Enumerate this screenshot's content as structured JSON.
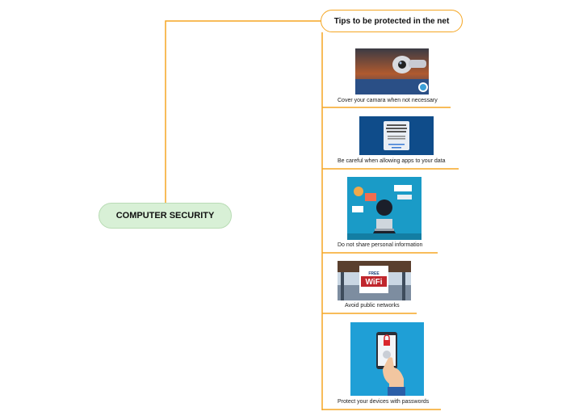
{
  "root": {
    "label": "COMPUTER SECURITY"
  },
  "topic": {
    "label": "Tips to be protected in the net"
  },
  "items": [
    {
      "label": "Cover your camara when not necessary",
      "image": "webcam-photo"
    },
    {
      "label": "Be careful when allowing apps to your data",
      "image": "permission-dialog-screenshot"
    },
    {
      "label": "Do not share personal information",
      "image": "hacker-illustration"
    },
    {
      "label": "Avoid public networks",
      "image": "free-wifi-sign-photo",
      "sign_text": [
        "FREE",
        "WiFi"
      ]
    },
    {
      "label": "Protect your devices with passwords",
      "image": "phone-lock-illustration"
    }
  ],
  "colors": {
    "branch": "#f5a623",
    "root_fill": "#d8f0d6",
    "root_border": "#b9dcb5"
  }
}
